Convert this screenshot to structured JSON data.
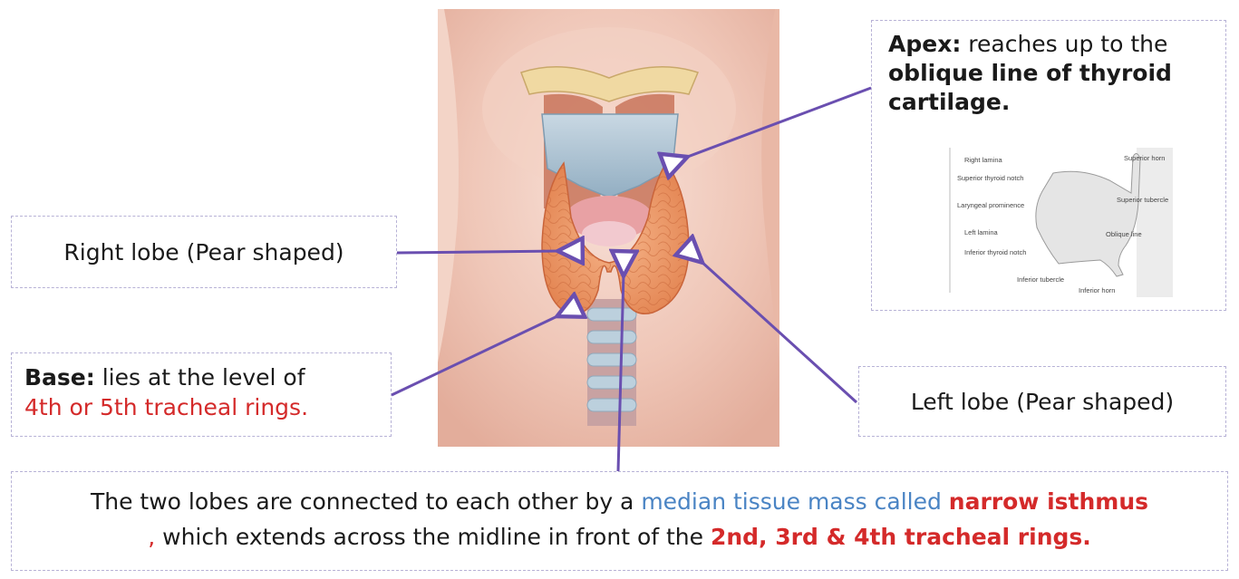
{
  "labels": {
    "right_lobe": "Right lobe (Pear shaped)",
    "left_lobe": "Left lobe (Pear shaped)",
    "base_bold": "Base:",
    "base_text": " lies at the level of",
    "base_red": "4th or 5th  tracheal rings.",
    "apex_bold": "Apex:",
    "apex_text": " reaches up to the",
    "apex_bold2": "oblique line of thyroid cartilage.",
    "isthmus_1": "The two lobes are connected to each other by a ",
    "isthmus_blue": "median tissue mass called ",
    "isthmus_bold_red": "narrow isthmus",
    "isthmus_comma": ",",
    "isthmus_2": " which extends across the midline in front of the ",
    "isthmus_bold_red2": "2nd, 3rd  & 4th tracheal rings."
  },
  "inset": {
    "right_lamina": "Right lamina",
    "superior_thyroid_notch": "Superior thyroid notch",
    "laryngeal_prominence": "Laryngeal prominence",
    "left_lamina": "Left lamina",
    "inferior_thyroid_notch": "Inferior thyroid notch",
    "inferior_tubercle": "Inferior tubercle",
    "inferior_horn": "Inferior horn",
    "oblique_line": "Oblique line",
    "superior_tubercle": "Superior tubercle",
    "superior_horn": "Superior horn"
  },
  "colors": {
    "arrow": "#6a4fb0",
    "box_border": "#b7b2d6",
    "highlight_red": "#d42a2a",
    "highlight_blue": "#4a84c4"
  }
}
